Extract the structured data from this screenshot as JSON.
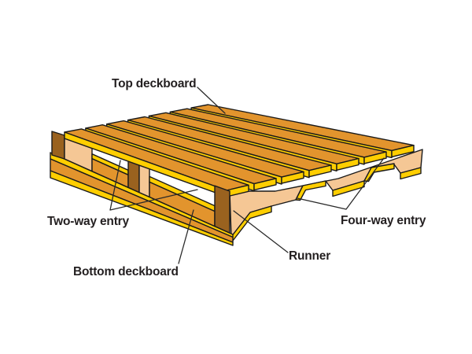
{
  "figure": {
    "type": "diagram",
    "subject": "wooden-pallet-parts"
  },
  "labels": {
    "top_deckboard": "Top deckboard",
    "two_way_entry": "Two-way entry",
    "bottom_deckboard": "Bottom deckboard",
    "runner": "Runner",
    "four_way_entry": "Four-way entry"
  },
  "colors": {
    "deck-top": "#E2942D",
    "edge-yellow": "#FFCE00",
    "runner-face": "#F5C795",
    "post-dark": "#9A621F",
    "outline": "#1A1A1A",
    "leader-line": "#2A2A2A",
    "label-text": "#231F20",
    "background": "#FFFFFF"
  }
}
